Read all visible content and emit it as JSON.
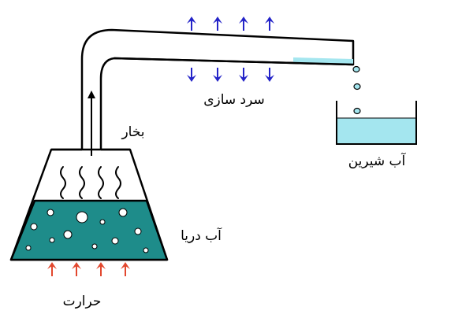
{
  "labels": {
    "heat": "حرارت",
    "sea_water": "آب دریا",
    "steam": "بخار",
    "cooling": "سرد سازی",
    "fresh_water": "آب شیرین"
  },
  "colors": {
    "sea_water": "#1e8c8a",
    "fresh_water": "#a4e6ef",
    "cooling_arrows": "#2323c8",
    "heat_arrows": "#e2472e",
    "outline": "#000000",
    "tube_inner": "#ffffff"
  },
  "icons": {
    "cooling_arrows": "arrow-icon",
    "heat_arrows": "flame-arrow-icon",
    "steam": "wavy-line-icon",
    "drops": "water-drop-icon",
    "bubbles": "bubble-icon"
  }
}
